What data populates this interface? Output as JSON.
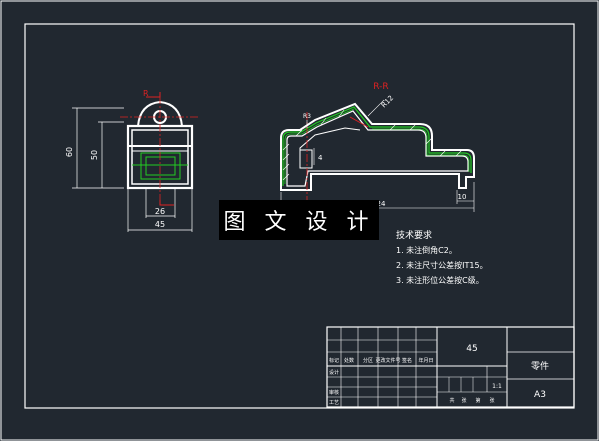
{
  "front_view": {
    "section_mark": "R",
    "dim_outer_height": "60",
    "dim_inner_height": "50",
    "dim_inner_width": "26",
    "dim_width": "45"
  },
  "section_view": {
    "title": "R-R",
    "dim_radius": "R12",
    "dim_small_a": "R3",
    "dim_small_b": "4",
    "dim_length": "24",
    "dim_right": "10"
  },
  "watermark": "图 文 设 计",
  "requirements": {
    "heading": "技术要求",
    "items": [
      "1. 未注倒角C2。",
      "2. 未注尺寸公差按IT15。",
      "3. 未注形位公差按C级。"
    ]
  },
  "title_block": {
    "material": "45",
    "part_name": "零件",
    "sheet_size": "A3",
    "scale": "1:1",
    "header_cells": [
      "标记",
      "处数",
      "分区",
      "更改文件号",
      "签名",
      "年月日"
    ],
    "left_rows": [
      "设计",
      "审核",
      "工艺"
    ],
    "bottom_cells": [
      "共",
      "张",
      "第",
      "张"
    ]
  }
}
